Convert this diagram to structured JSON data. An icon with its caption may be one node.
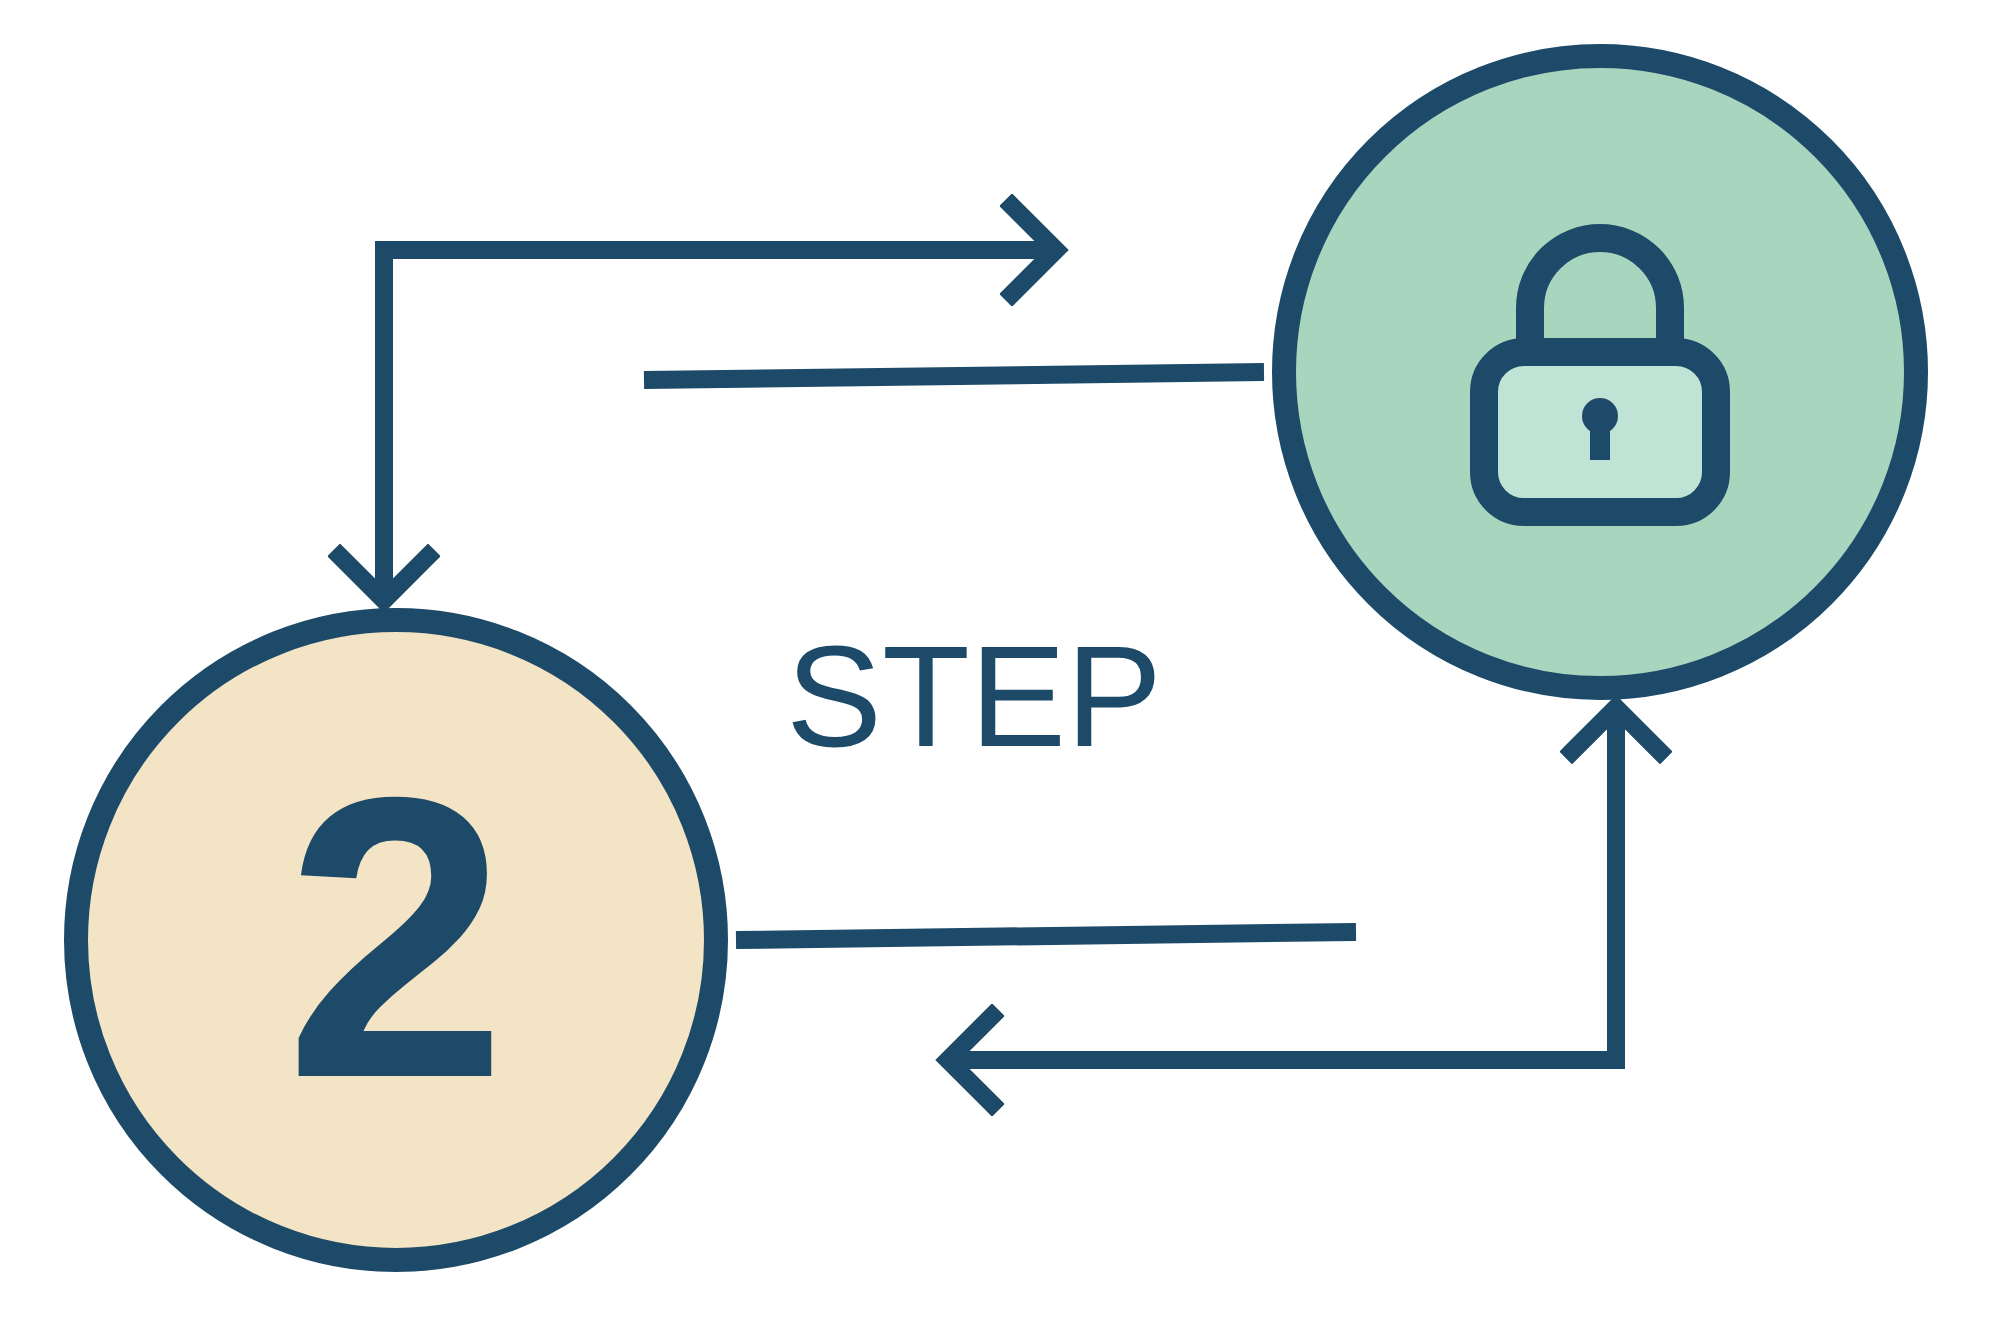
{
  "diagram": {
    "nodes": [
      {
        "text": [],
        "shape": "circle"
      },
      {
        "text": [
          "2"
        ]
      }
    ],
    "edges": [
      {
        "from": null,
        "to": 1,
        "arrow": "both"
      },
      {
        "from": 0,
        "to": null,
        "arrow": "none"
      },
      {
        "from": 1,
        "to": null,
        "arrow": "none"
      },
      {
        "from": null,
        "to": 0,
        "arrow": "both"
      }
    ],
    "labels": [
      "STEP"
    ]
  }
}
